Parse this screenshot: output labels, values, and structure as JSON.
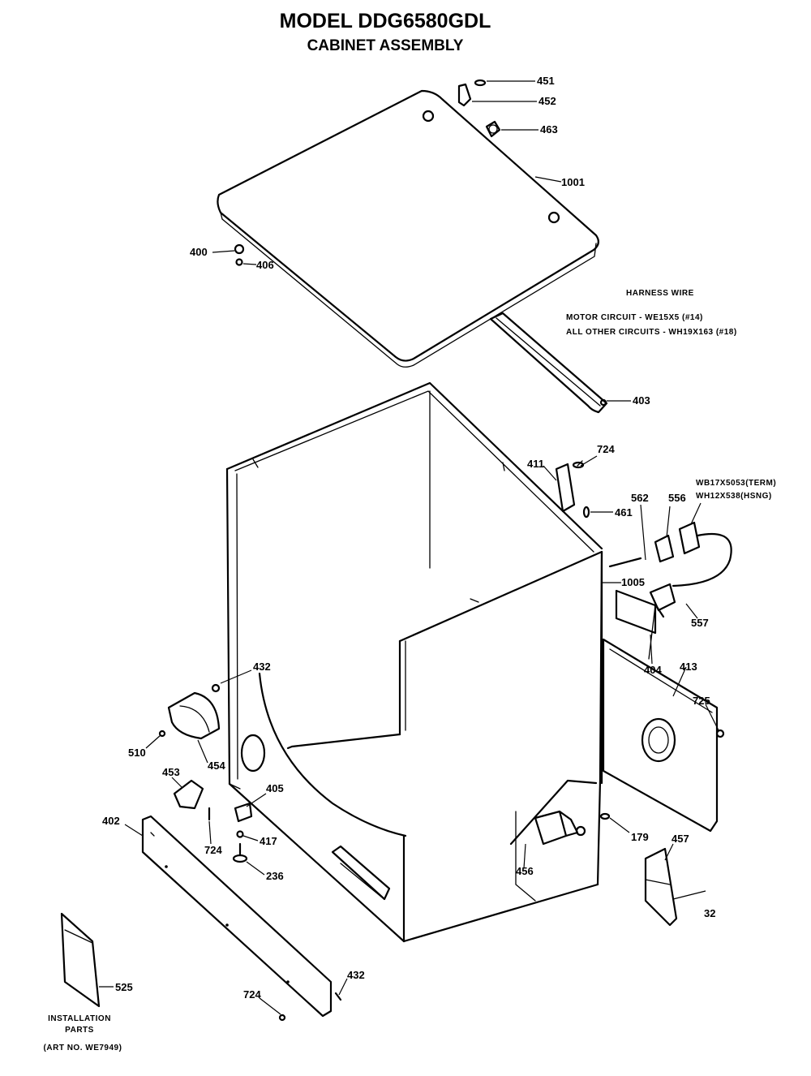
{
  "title": {
    "model": "MODEL DDG6580GDL",
    "section": "CABINET ASSEMBLY"
  },
  "harness_note": {
    "heading": "HARNESS WIRE",
    "line1": "MOTOR CIRCUIT - WE15X5 (#14)",
    "line2": "ALL OTHER CIRCUITS - WH19X163 (#18)"
  },
  "terminal_note": {
    "line1": "WB17X5053(TERM)",
    "line2": "WH12X538(HSNG)"
  },
  "callouts": {
    "p451": "451",
    "p452": "452",
    "p463": "463",
    "p1001": "1001",
    "p400": "400",
    "p406": "406",
    "p403": "403",
    "p411": "411",
    "p724a": "724",
    "p461": "461",
    "p562": "562",
    "p556": "556",
    "p1005": "1005",
    "p557": "557",
    "p404": "404",
    "p413": "413",
    "p725": "725",
    "p432a": "432",
    "p510": "510",
    "p454": "454",
    "p453": "453",
    "p405": "405",
    "p402": "402",
    "p724b": "724",
    "p417": "417",
    "p236": "236",
    "p456": "456",
    "p179": "179",
    "p457": "457",
    "p32": "32",
    "p525": "525",
    "p724c": "724",
    "p432b": "432"
  },
  "installation": {
    "line1": "INSTALLATION",
    "line2": "PARTS",
    "line3": "(ART NO. WE7949)"
  }
}
